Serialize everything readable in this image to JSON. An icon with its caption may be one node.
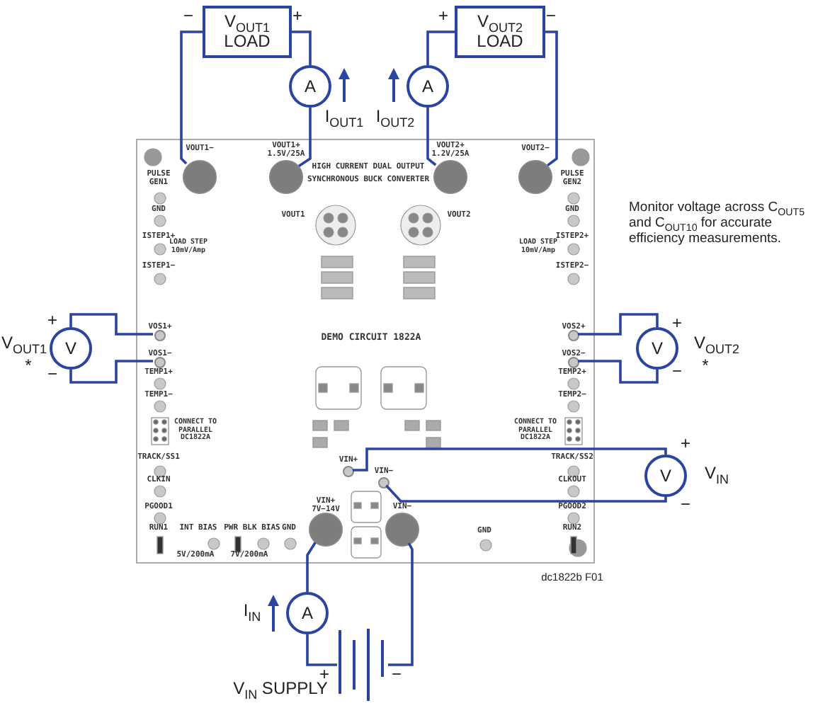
{
  "diagram": {
    "nodes": [
      {
        "text": [],
        "shape": "board"
      },
      {
        "text": [
          "V$_{OUT1}$ LOAD"
        ]
      },
      {
        "text": [
          "V$_{OUT2}$ LOAD"
        ]
      },
      {
        "text": [
          "A"
        ]
      },
      {
        "text": [
          "A"
        ]
      },
      {
        "text": [
          "V"
        ],
        "beside": [
          "V$_{OUT1}$",
          "*"
        ]
      },
      {
        "text": [
          "V"
        ],
        "beside": [
          "V$_{OUT2}$",
          "*"
        ]
      },
      {
        "text": [
          "V"
        ],
        "beside": [
          "V$_{IN}$"
        ]
      },
      {
        "text": [
          "A"
        ],
        "beside": [
          "I$_{IN}$"
        ]
      },
      {
        "text": [],
        "shape": "battery",
        "beside": [
          "V$_{IN}$ SUPPLY"
        ]
      },
      {
        "text": [
          "VOUT1−"
        ],
        "in": 0
      },
      {
        "text": [
          "VOUT1+ 1.5V/25A"
        ],
        "in": 0
      },
      {
        "text": [
          "VOUT2+ 1.2V/25A"
        ],
        "in": 0
      },
      {
        "text": [
          "VOUT2−"
        ],
        "in": 0
      },
      {
        "text": [
          "VOS1+"
        ],
        "in": 0
      },
      {
        "text": [
          "VOS1−"
        ],
        "in": 0
      },
      {
        "text": [
          "VOS2+"
        ],
        "in": 0
      },
      {
        "text": [
          "VOS2−"
        ],
        "in": 0
      },
      {
        "text": [
          "VIN+"
        ],
        "in": 0
      },
      {
        "text": [
          "VIN−"
        ],
        "in": 0
      },
      {
        "text": [
          "VIN+ 7V−14V"
        ],
        "in": 0
      },
      {
        "text": [
          "VIN−"
        ],
        "in": 0
      }
    ],
    "edges": [
      {
        "from": 1,
        "to": 10,
        "arrow": "none"
      },
      {
        "from": 1,
        "to": 3,
        "arrow": "none"
      },
      {
        "from": 3,
        "to": 11,
        "arrow": "none"
      },
      {
        "from": 2,
        "to": 4,
        "arrow": "none"
      },
      {
        "from": 4,
        "to": 12,
        "arrow": "none"
      },
      {
        "from": 2,
        "to": 13,
        "arrow": "none"
      },
      {
        "from": 5,
        "to": 14,
        "arrow": "none"
      },
      {
        "from": 5,
        "to": 15,
        "arrow": "none"
      },
      {
        "from": 6,
        "to": 16,
        "arrow": "none"
      },
      {
        "from": 6,
        "to": 17,
        "arrow": "none"
      },
      {
        "from": 7,
        "to": 18,
        "arrow": "none"
      },
      {
        "from": 7,
        "to": 19,
        "arrow": "none"
      },
      {
        "from": 20,
        "to": 8,
        "arrow": "none"
      },
      {
        "from": 8,
        "to": 9,
        "arrow": "none"
      },
      {
        "from": 9,
        "to": 21,
        "arrow": "none"
      }
    ],
    "labels": [
      "−",
      "+",
      "+",
      "−",
      "I$_{OUT1}$",
      "I$_{OUT2}$",
      "HIGH CURRENT DUAL OUTPUT",
      "SYNCHRONOUS BUCK CONVERTER",
      "PULSE GEN1",
      "PULSE GEN2",
      "Monitor voltage across C$_{OUT5}$ and C$_{OUT10}$ for accurate efficiency measurements.",
      "VOUT1",
      "VOUT2",
      "GND",
      "GND",
      "ISTEP1+",
      "LOAD STEP 10mV/Amp",
      "ISTEP2+",
      "LOAD STEP 10mV/Amp",
      "ISTEP1−",
      "ISTEP2−",
      "+",
      "+",
      "−",
      "−",
      "TEMP1+",
      "TEMP2+",
      "TEMP1−",
      "TEMP2−",
      "DEMO CIRCUIT 1822A",
      "CONNECT TO PARALLEL DC1822A",
      "CONNECT TO PARALLEL DC1822A",
      "TRACK/SS1",
      "TRACK/SS2",
      "CLKIN",
      "CLKOUT",
      "+",
      "PGOOD1",
      "PGOOD2",
      "−",
      "RUN1",
      "INT BIAS",
      "PWR BLK BIAS",
      "GND",
      "GND",
      "RUN2",
      "5V/200mA",
      "7V/200mA",
      "dc1822b F01",
      "+",
      "−"
    ]
  }
}
